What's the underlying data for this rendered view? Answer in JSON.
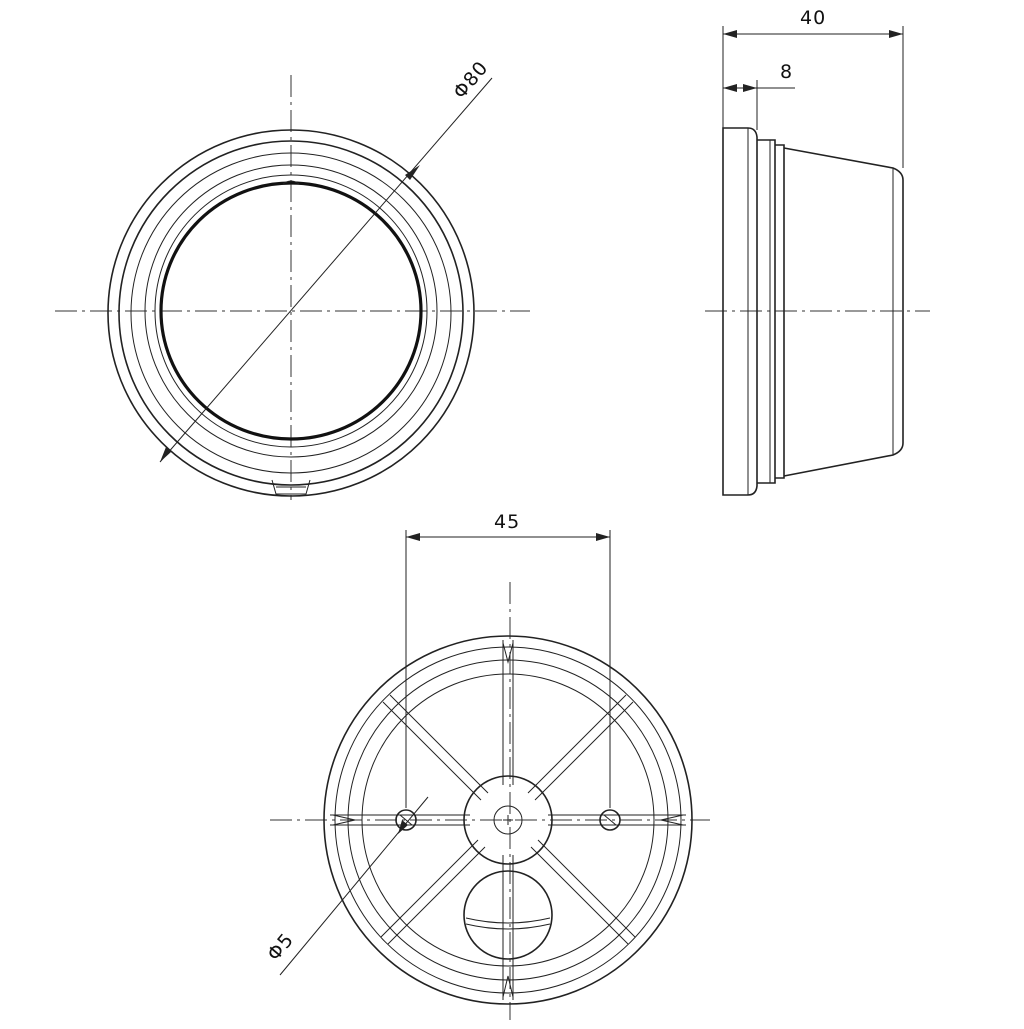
{
  "drawing": {
    "dimensions": {
      "diameter_80": "Φ80",
      "length_40": "40",
      "flange_8": "8",
      "hole_spacing_45": "45",
      "hole_diameter_5": "Φ5"
    }
  }
}
